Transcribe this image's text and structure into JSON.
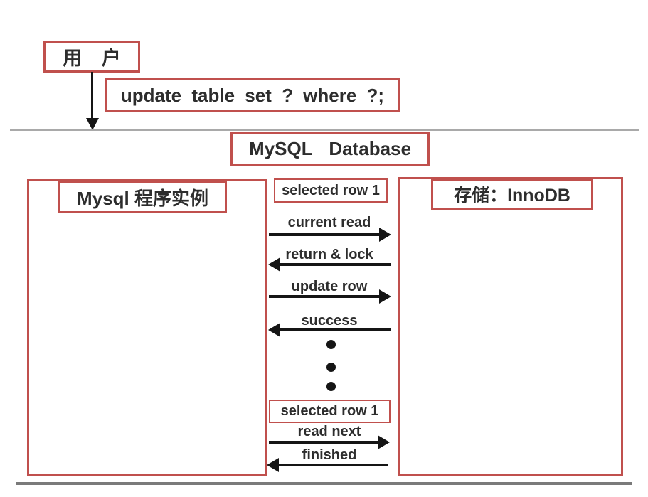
{
  "colors": {
    "border_red": "#c0504d",
    "text_dark": "#2d2d2d",
    "arrow_black": "#151515",
    "top_line_gray": "#a9a9a9",
    "bottom_line_gray": "#7a7a7a",
    "background": "#ffffff"
  },
  "user_box": {
    "label": "用 户"
  },
  "query_box": {
    "label": "update table set ? where ?;"
  },
  "database_box": {
    "label": "MySQL Database"
  },
  "client_box": {
    "label": "Mysql 程序实例"
  },
  "storage_box": {
    "label": "存储：InnoDB"
  },
  "sequence": {
    "selected_row_top": "selected row 1",
    "selected_row_bottom": "selected row 1",
    "messages": [
      {
        "label": "current read",
        "direction": "right"
      },
      {
        "label": "return & lock",
        "direction": "left"
      },
      {
        "label": "update row",
        "direction": "right"
      },
      {
        "label": "success",
        "direction": "left"
      }
    ],
    "bottom_messages": [
      {
        "label": "read next",
        "direction": "right"
      },
      {
        "label": "finished",
        "direction": "left"
      }
    ],
    "ellipsis_dot_count": 3,
    "ellipsis_dot_tops": [
      478,
      510,
      537
    ]
  }
}
